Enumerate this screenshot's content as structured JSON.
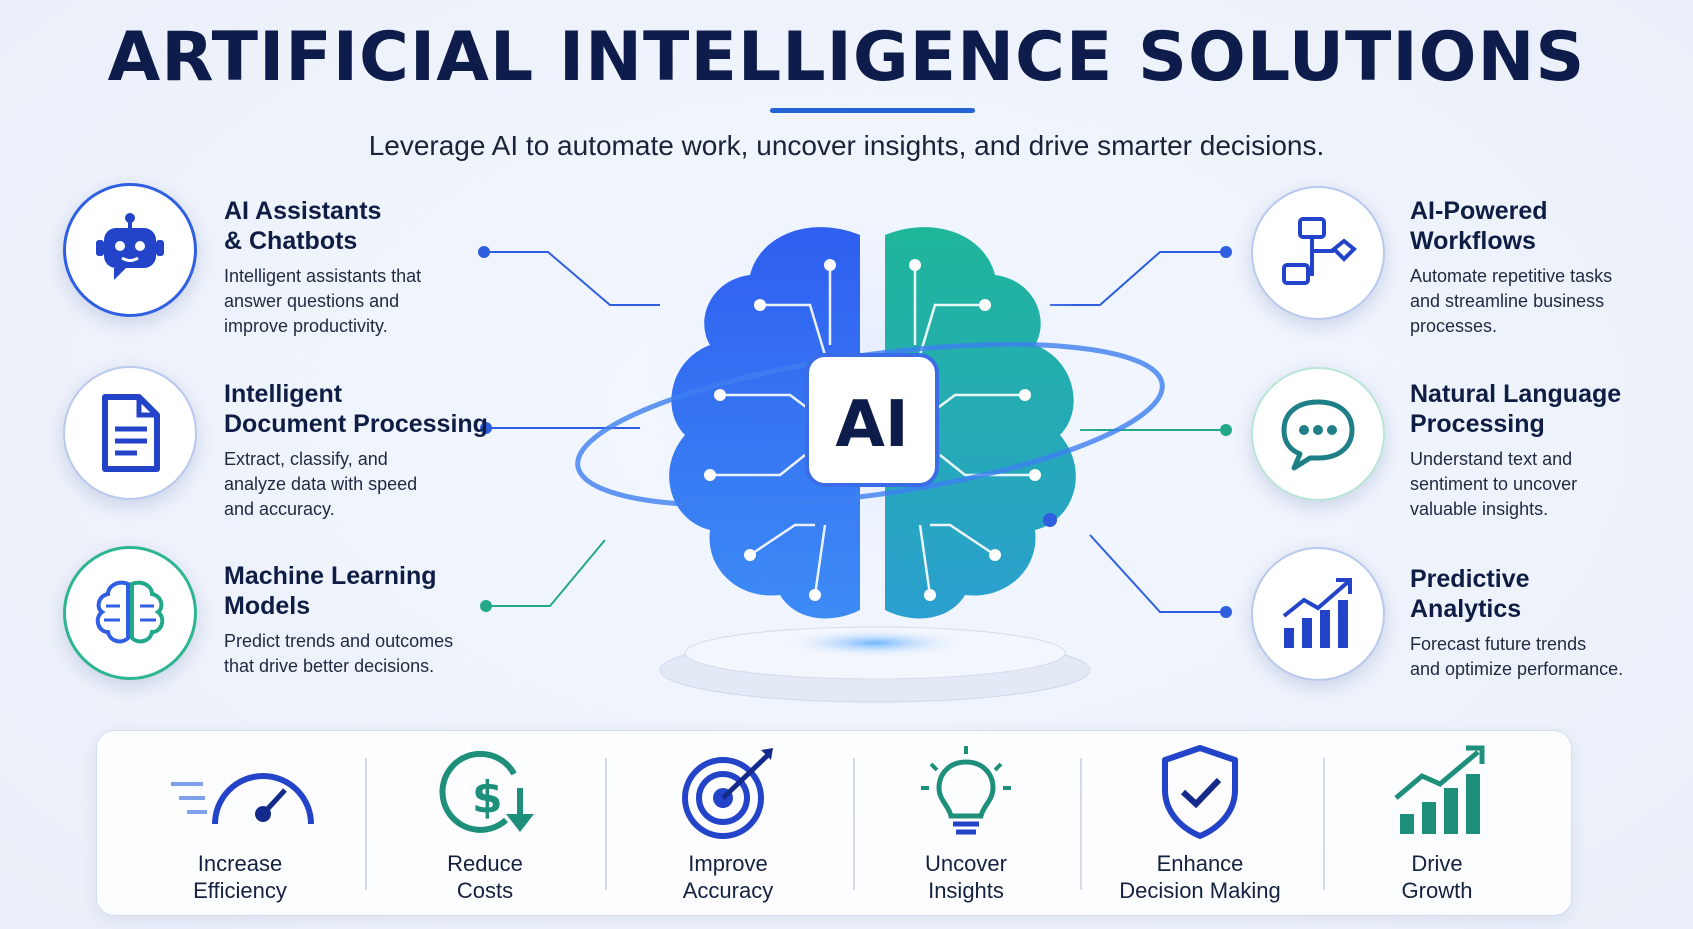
{
  "header": {
    "title": "ARTIFICIAL INTELLIGENCE SOLUTIONS",
    "subtitle": "Leverage AI to automate work, uncover insights, and drive smarter decisions."
  },
  "center": {
    "badge": "AI"
  },
  "left_features": [
    {
      "title_line1": "AI Assistants",
      "title_line2": "& Chatbots",
      "desc_line1": "Intelligent assistants that",
      "desc_line2": "answer questions and",
      "desc_line3": "improve productivity.",
      "icon": "robot-icon"
    },
    {
      "title_line1": "Intelligent",
      "title_line2": "Document Processing",
      "desc_line1": "Extract, classify, and",
      "desc_line2": "analyze data with speed",
      "desc_line3": "and accuracy.",
      "icon": "document-icon"
    },
    {
      "title_line1": "Machine Learning",
      "title_line2": "Models",
      "desc_line1": "Predict trends and outcomes",
      "desc_line2": "that drive better decisions.",
      "desc_line3": "",
      "icon": "brain-icon"
    }
  ],
  "right_features": [
    {
      "title_line1": "AI-Powered",
      "title_line2": "Workflows",
      "desc_line1": "Automate repetitive tasks",
      "desc_line2": "and streamline business",
      "desc_line3": "processes.",
      "icon": "workflow-icon"
    },
    {
      "title_line1": "Natural Language",
      "title_line2": "Processing",
      "desc_line1": "Understand text and",
      "desc_line2": "sentiment to uncover",
      "desc_line3": "valuable insights.",
      "icon": "chat-bubble-icon"
    },
    {
      "title_line1": "Predictive",
      "title_line2": "Analytics",
      "desc_line1": "Forecast future trends",
      "desc_line2": "and optimize performance.",
      "desc_line3": "",
      "icon": "bar-chart-icon"
    }
  ],
  "benefits": [
    {
      "line1": "Increase",
      "line2": "Efficiency",
      "icon": "speedometer-icon"
    },
    {
      "line1": "Reduce",
      "line2": "Costs",
      "icon": "dollar-down-icon"
    },
    {
      "line1": "Improve",
      "line2": "Accuracy",
      "icon": "target-icon"
    },
    {
      "line1": "Uncover",
      "line2": "Insights",
      "icon": "lightbulb-icon"
    },
    {
      "line1": "Enhance",
      "line2": "Decision Making",
      "icon": "shield-check-icon"
    },
    {
      "line1": "Drive",
      "line2": "Growth",
      "icon": "growth-chart-icon"
    }
  ],
  "colors": {
    "navy": "#0d1c4a",
    "blue": "#2563d9",
    "teal": "#22a88a"
  }
}
